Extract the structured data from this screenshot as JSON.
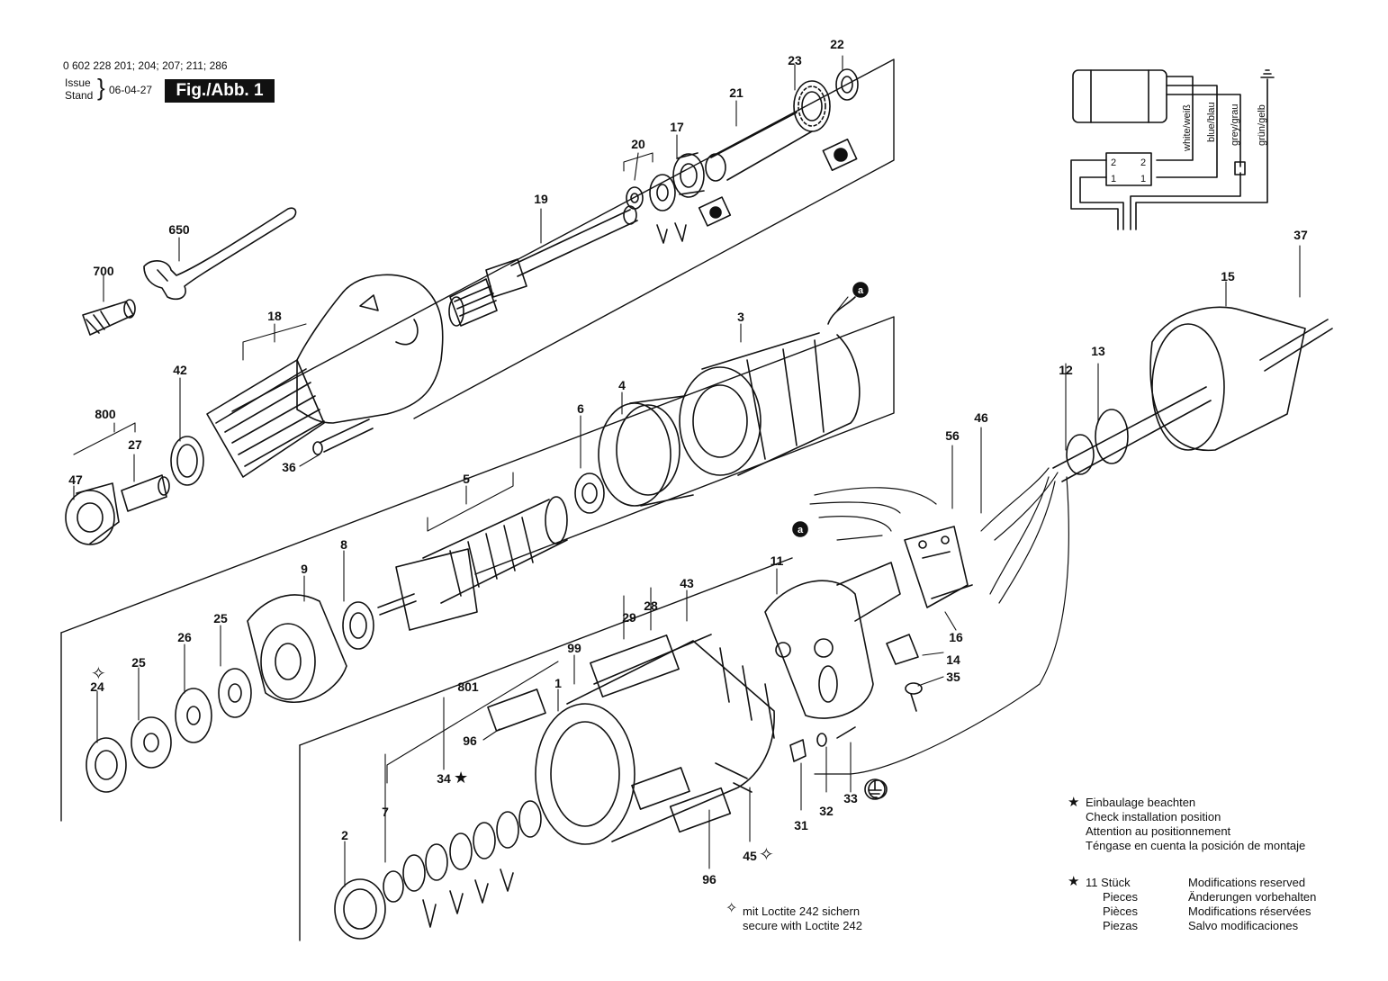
{
  "header": {
    "model_numbers": "0 602 228 201; 204; 207; 211; 286",
    "issue_label": "Issue",
    "stand_label": "Stand",
    "date": "06-04-27",
    "figure_label": "Fig./Abb. 1"
  },
  "parts": [
    {
      "id": "p22",
      "label": "22"
    },
    {
      "id": "p23",
      "label": "23"
    },
    {
      "id": "p21",
      "label": "21"
    },
    {
      "id": "p17",
      "label": "17"
    },
    {
      "id": "p20",
      "label": "20"
    },
    {
      "id": "p19",
      "label": "19"
    },
    {
      "id": "p650",
      "label": "650"
    },
    {
      "id": "p700",
      "label": "700"
    },
    {
      "id": "p18",
      "label": "18"
    },
    {
      "id": "p42",
      "label": "42"
    },
    {
      "id": "p800",
      "label": "800"
    },
    {
      "id": "p27",
      "label": "27"
    },
    {
      "id": "p47",
      "label": "47"
    },
    {
      "id": "p36",
      "label": "36"
    },
    {
      "id": "p3",
      "label": "3"
    },
    {
      "id": "p4",
      "label": "4"
    },
    {
      "id": "p6",
      "label": "6"
    },
    {
      "id": "p5",
      "label": "5"
    },
    {
      "id": "p9",
      "label": "9"
    },
    {
      "id": "p8",
      "label": "8"
    },
    {
      "id": "p25a",
      "label": "25"
    },
    {
      "id": "p26",
      "label": "26"
    },
    {
      "id": "p25b",
      "label": "25"
    },
    {
      "id": "p24",
      "label": "24"
    },
    {
      "id": "p99",
      "label": "99"
    },
    {
      "id": "p28",
      "label": "28"
    },
    {
      "id": "p29",
      "label": "29"
    },
    {
      "id": "p43",
      "label": "43"
    },
    {
      "id": "p801",
      "label": "801"
    },
    {
      "id": "p1",
      "label": "1"
    },
    {
      "id": "p96a",
      "label": "96"
    },
    {
      "id": "p34",
      "label": "34"
    },
    {
      "id": "p7",
      "label": "7"
    },
    {
      "id": "p2",
      "label": "2"
    },
    {
      "id": "p96b",
      "label": "96"
    },
    {
      "id": "p45",
      "label": "45"
    },
    {
      "id": "p11",
      "label": "11"
    },
    {
      "id": "p31",
      "label": "31"
    },
    {
      "id": "p32",
      "label": "32"
    },
    {
      "id": "p33",
      "label": "33"
    },
    {
      "id": "p14",
      "label": "14"
    },
    {
      "id": "p35",
      "label": "35"
    },
    {
      "id": "p16",
      "label": "16"
    },
    {
      "id": "p56",
      "label": "56"
    },
    {
      "id": "p46",
      "label": "46"
    },
    {
      "id": "p12",
      "label": "12"
    },
    {
      "id": "p13",
      "label": "13"
    },
    {
      "id": "p15",
      "label": "15"
    },
    {
      "id": "p37",
      "label": "37"
    }
  ],
  "callouts": {
    "a": "a"
  },
  "wiring": {
    "wires": [
      "white/weiß",
      "blue/blau",
      "grey/grau",
      "grün/gelb"
    ],
    "terminals": [
      "2",
      "2",
      "1",
      "1"
    ]
  },
  "notes": {
    "star_lines": [
      "Einbaulage beachten",
      "Check installation position",
      "Attention au positionnement",
      "Téngase en cuenta la posición de montaje"
    ],
    "count_label": "11 Stück",
    "count_lines": [
      "Pieces",
      "Pièces",
      "Piezas"
    ],
    "modification_lines": [
      "Modifications reserved",
      "Änderungen vorbehalten",
      "Modifications réservées",
      "Salvo modificaciones"
    ],
    "loctite_lines": [
      "mit Loctite 242 sichern",
      "secure with Loctite 242"
    ]
  },
  "colors": {
    "ink": "#111111",
    "paper": "#ffffff"
  }
}
